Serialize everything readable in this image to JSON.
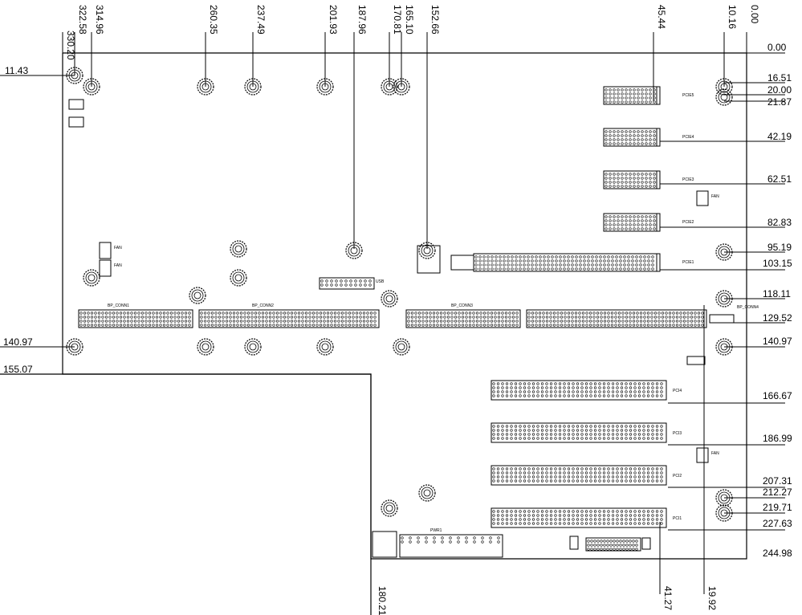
{
  "top_dims": [
    {
      "label": "330.20"
    },
    {
      "label": "322.58"
    },
    {
      "label": "314.96"
    },
    {
      "label": "260.35"
    },
    {
      "label": "237.49"
    },
    {
      "label": "201.93"
    },
    {
      "label": "187.96"
    },
    {
      "label": "170.81"
    },
    {
      "label": "165.10"
    },
    {
      "label": "152.66"
    },
    {
      "label": "45.44"
    },
    {
      "label": "10.16"
    },
    {
      "label": "0.00"
    }
  ],
  "right_dims": [
    {
      "label": "0.00"
    },
    {
      "label": "16.51"
    },
    {
      "label": "20.00"
    },
    {
      "label": "21.87"
    },
    {
      "label": "42.19"
    },
    {
      "label": "62.51"
    },
    {
      "label": "82.83"
    },
    {
      "label": "95.19"
    },
    {
      "label": "103.15"
    },
    {
      "label": "118.11"
    },
    {
      "label": "129.52"
    },
    {
      "label": "140.97"
    },
    {
      "label": "166.67"
    },
    {
      "label": "186.99"
    },
    {
      "label": "207.31"
    },
    {
      "label": "212.27"
    },
    {
      "label": "219.71"
    },
    {
      "label": "227.63"
    },
    {
      "label": "244.98"
    }
  ],
  "left_dims": [
    {
      "label": "11.43"
    },
    {
      "label": "140.97"
    },
    {
      "label": "155.07"
    }
  ],
  "bottom_dims": [
    {
      "label": "180.21"
    },
    {
      "label": "41.27"
    },
    {
      "label": "19.92"
    }
  ],
  "connectors": {
    "bp_conn1": "BP_CONN1",
    "bp_conn2": "BP_CONN2",
    "bp_conn3": "BP_CONN3",
    "bp_conn4": "BP_CONN4",
    "pci1": "PCI1",
    "pci2": "PCI2",
    "pci3": "PCI3",
    "pci4": "PCI4",
    "pcie1": "PCIE1",
    "pcie2": "PCIE2",
    "pcie3": "PCIE3",
    "pcie4": "PCIE4",
    "pcie5": "PCIE5",
    "pwr1": "PWR1",
    "fan": "FAN",
    "usb": "USB"
  }
}
